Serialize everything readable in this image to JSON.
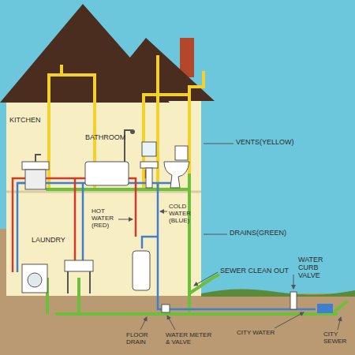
{
  "diagram": {
    "labels": [
      "KITCHEN",
      "BATHROOM",
      "VENTS(YELLOW)",
      "HOT WATER (RED)",
      "COLD WATER (BLUE)",
      "DRAINS(GREEN)",
      "LAUNDRY",
      "SEWER CLEAN OUT",
      "WATER CURB VALVE",
      "FLOOR DRAIN",
      "WATER METER & VALVE",
      "CITY WATER",
      "CITY SEWER"
    ]
  }
}
